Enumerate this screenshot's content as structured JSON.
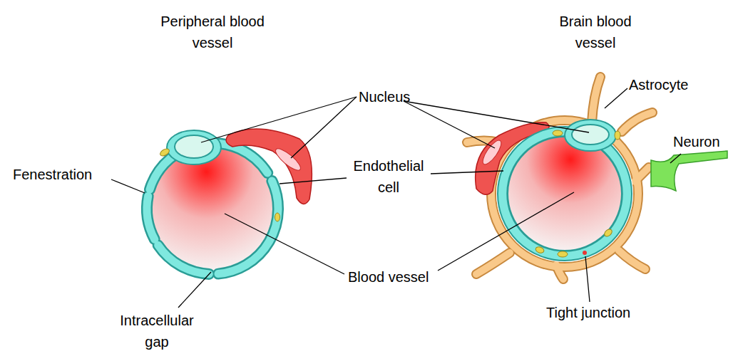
{
  "diagram": {
    "labels": [
      "Peripheral blood vessel",
      "Brain blood vessel",
      "Nucleus",
      "Endothelial cell",
      "Astrocyte",
      "Neuron",
      "Fenestration",
      "Blood vessel",
      "Intracellular gap",
      "Tight junction"
    ]
  }
}
